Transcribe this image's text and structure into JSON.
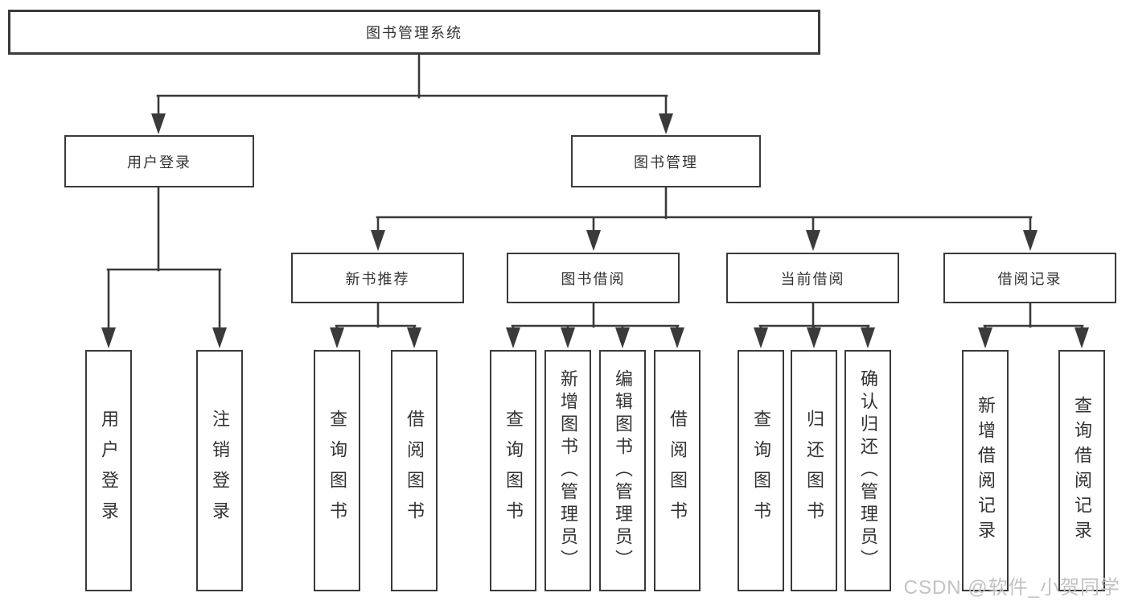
{
  "diagram": {
    "root": {
      "label": "图书管理系统"
    },
    "branches": [
      {
        "label": "用户登录",
        "children": [
          {
            "label": "用户登录"
          },
          {
            "label": "注销登录"
          }
        ]
      },
      {
        "label": "图书管理",
        "children": [
          {
            "label": "新书推荐",
            "children": [
              {
                "label": "查询图书"
              },
              {
                "label": "借阅图书"
              }
            ]
          },
          {
            "label": "图书借阅",
            "children": [
              {
                "label": "查询图书"
              },
              {
                "label": "新增图书（管理员）"
              },
              {
                "label": "编辑图书（管理员）"
              },
              {
                "label": "借阅图书"
              }
            ]
          },
          {
            "label": "当前借阅",
            "children": [
              {
                "label": "查询图书"
              },
              {
                "label": "归还图书"
              },
              {
                "label": "确认归还（管理员）"
              }
            ]
          },
          {
            "label": "借阅记录",
            "children": [
              {
                "label": "新增借阅记录"
              },
              {
                "label": "查询借阅记录"
              }
            ]
          }
        ]
      }
    ],
    "watermark": "CSDN @软件_小贺同学",
    "colors": {
      "line_color": "#3a3a3a",
      "text_color": "#333333",
      "box_fill": "#ffffff",
      "watermark_color": "#c2c2c2"
    }
  }
}
